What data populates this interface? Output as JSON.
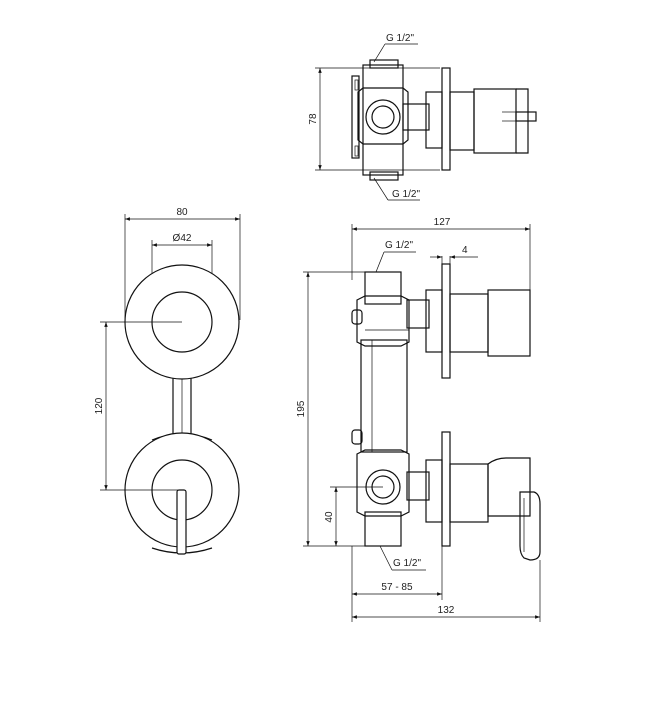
{
  "dimensions": {
    "top_thread_upper": "G 1/2\"",
    "top_thread_lower": "G 1/2\"",
    "top_height": "78",
    "front_width": "80",
    "front_diameter": "Ø42",
    "front_spacing": "120",
    "side_depth_top": "127",
    "side_thread_upper": "G 1/2\"",
    "side_plate": "4",
    "side_height": "195",
    "side_bottom_offset": "40",
    "side_thread_lower": "G 1/2\"",
    "side_range": "57 - 85",
    "side_depth_bottom": "132"
  }
}
